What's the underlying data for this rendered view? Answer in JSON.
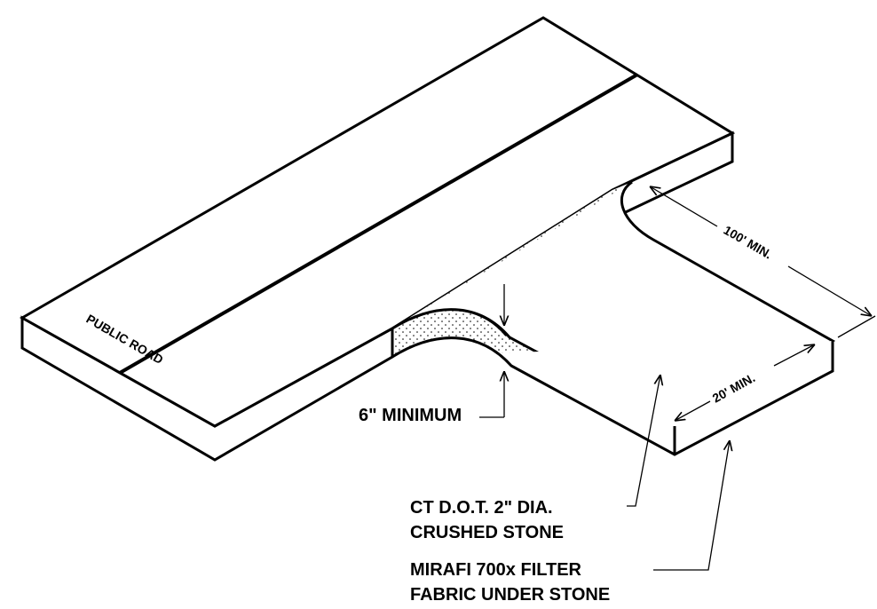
{
  "labels": {
    "road": "PUBLIC ROAD",
    "length": "100' MIN.",
    "width": "20' MIN.",
    "depth": "6\" MINIMUM",
    "stone_line1": "CT D.O.T. 2\" DIA.",
    "stone_line2": "CRUSHED STONE",
    "fabric_line1": "MIRAFI 700x FILTER",
    "fabric_line2": "FABRIC UNDER STONE"
  },
  "colors": {
    "line": "#000000",
    "background": "#ffffff",
    "stipple": "#000000"
  }
}
